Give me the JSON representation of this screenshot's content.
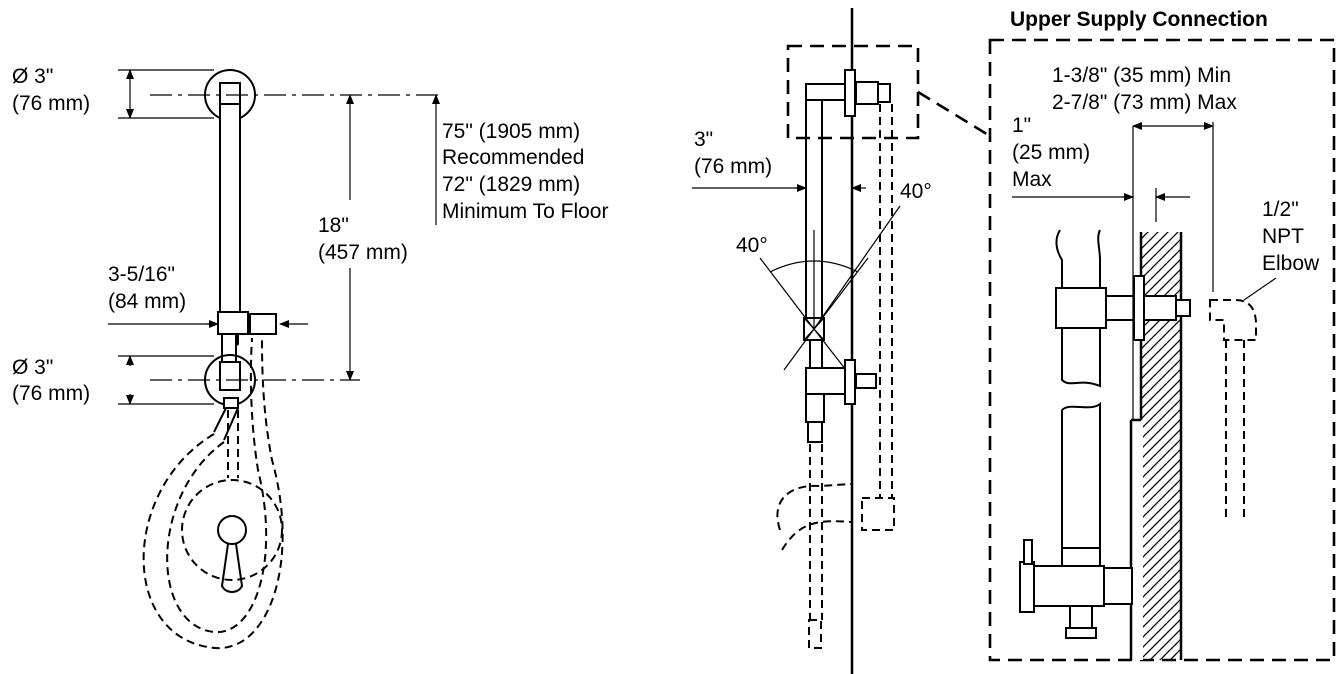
{
  "left_view": {
    "top_mount_diameter": [
      "Ø 3\"",
      "(76 mm)"
    ],
    "bar_length": [
      "18\"",
      "(457 mm)"
    ],
    "height_to_floor": [
      "75\" (1905 mm)",
      "Recommended",
      "72\" (1829 mm)",
      "Minimum To Floor"
    ],
    "bracket_projection": [
      "3-5/16\"",
      "(84 mm)"
    ],
    "bottom_mount_diameter": [
      "Ø 3\"",
      "(76 mm)"
    ]
  },
  "side_view": {
    "offset_from_wall": [
      "3\"",
      "(76 mm)"
    ],
    "angle_right": "40°",
    "angle_left": "40°"
  },
  "detail_view": {
    "title": "Upper Supply Connection",
    "connection_depth": [
      "1-3/8\" (35 mm) Min",
      "2-7/8\" (73 mm) Max"
    ],
    "max_projection": [
      "1\"",
      "(25 mm)",
      "Max"
    ],
    "elbow": [
      "1/2\"",
      "NPT",
      "Elbow"
    ]
  }
}
